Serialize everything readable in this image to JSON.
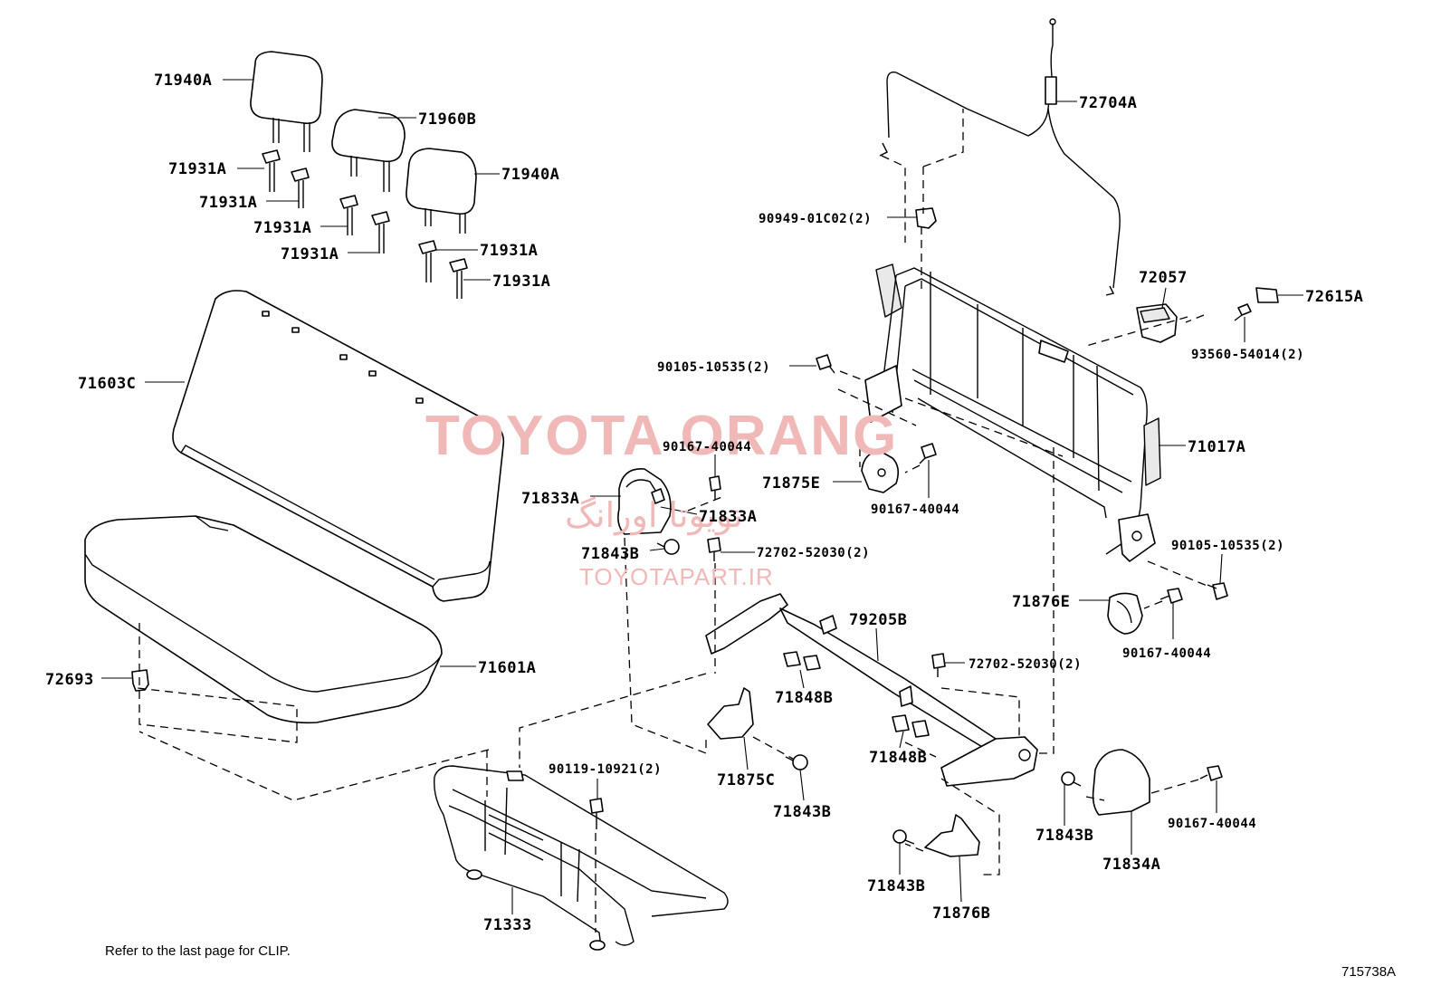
{
  "labels": [
    {
      "id": "71940A-1",
      "text": "71940A"
    },
    {
      "id": "71960B",
      "text": "71960B"
    },
    {
      "id": "71940A-2",
      "text": "71940A"
    },
    {
      "id": "71931A-1",
      "text": "71931A"
    },
    {
      "id": "71931A-2",
      "text": "71931A"
    },
    {
      "id": "71931A-3",
      "text": "71931A"
    },
    {
      "id": "71931A-4",
      "text": "71931A"
    },
    {
      "id": "71931A-5",
      "text": "71931A"
    },
    {
      "id": "71931A-6",
      "text": "71931A"
    },
    {
      "id": "71603C",
      "text": "71603C"
    },
    {
      "id": "71601A",
      "text": "71601A"
    },
    {
      "id": "72693",
      "text": "72693"
    },
    {
      "id": "72704A",
      "text": "72704A"
    },
    {
      "id": "90949-01C02",
      "text": "90949-01C02(2)"
    },
    {
      "id": "72057",
      "text": "72057"
    },
    {
      "id": "72615A",
      "text": "72615A"
    },
    {
      "id": "93560-54014",
      "text": "93560-54014(2)"
    },
    {
      "id": "90105-10535-1",
      "text": "90105-10535(2)"
    },
    {
      "id": "71017A",
      "text": "71017A"
    },
    {
      "id": "90167-40044-1",
      "text": "90167-40044"
    },
    {
      "id": "71875E",
      "text": "71875E"
    },
    {
      "id": "90167-40044-2",
      "text": "90167-40044"
    },
    {
      "id": "71833A-1",
      "text": "71833A"
    },
    {
      "id": "71833A-2",
      "text": "71833A"
    },
    {
      "id": "71843B-1",
      "text": "71843B"
    },
    {
      "id": "72702-52030-1",
      "text": "72702-52030(2)"
    },
    {
      "id": "90105-10535-2",
      "text": "90105-10535(2)"
    },
    {
      "id": "71876E",
      "text": "71876E"
    },
    {
      "id": "79205B",
      "text": "79205B"
    },
    {
      "id": "90167-40044-3",
      "text": "90167-40044"
    },
    {
      "id": "72702-52030-2",
      "text": "72702-52030(2)"
    },
    {
      "id": "71848B-1",
      "text": "71848B"
    },
    {
      "id": "71848B-2",
      "text": "71848B"
    },
    {
      "id": "71875C",
      "text": "71875C"
    },
    {
      "id": "71843B-2",
      "text": "71843B"
    },
    {
      "id": "90119-10921",
      "text": "90119-10921(2)"
    },
    {
      "id": "71843B-3",
      "text": "71843B"
    },
    {
      "id": "71834A",
      "text": "71834A"
    },
    {
      "id": "90167-40044-4",
      "text": "90167-40044"
    },
    {
      "id": "71843B-4",
      "text": "71843B"
    },
    {
      "id": "71876B",
      "text": "71876B"
    },
    {
      "id": "71333",
      "text": "71333"
    }
  ],
  "note": "Refer to the last page for CLIP.",
  "figure_code": "715738A",
  "watermark": {
    "main": "TOYOTA ORANG",
    "persian": "تویوتا اورانگ",
    "site": "TOYOTAPART.IR"
  },
  "colors": {
    "ink": "#000000",
    "watermark": "#f1b8b8",
    "background": "#ffffff"
  }
}
